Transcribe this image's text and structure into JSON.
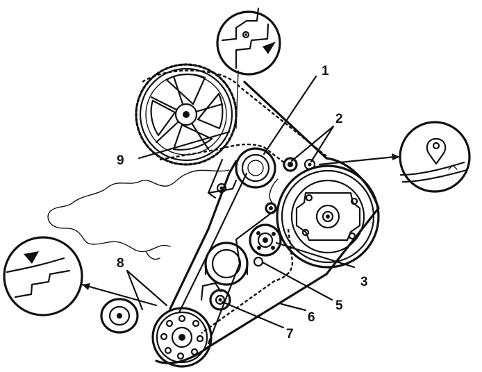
{
  "callouts": [
    {
      "id": "1",
      "text": "1"
    },
    {
      "id": "2",
      "text": "2"
    },
    {
      "id": "3",
      "text": "3"
    },
    {
      "id": "5",
      "text": "5"
    },
    {
      "id": "6",
      "text": "6"
    },
    {
      "id": "7",
      "text": "7"
    },
    {
      "id": "8",
      "text": "8"
    },
    {
      "id": "9",
      "text": "9"
    }
  ],
  "colors": {
    "ink": "#111111",
    "background": "#ffffff"
  }
}
